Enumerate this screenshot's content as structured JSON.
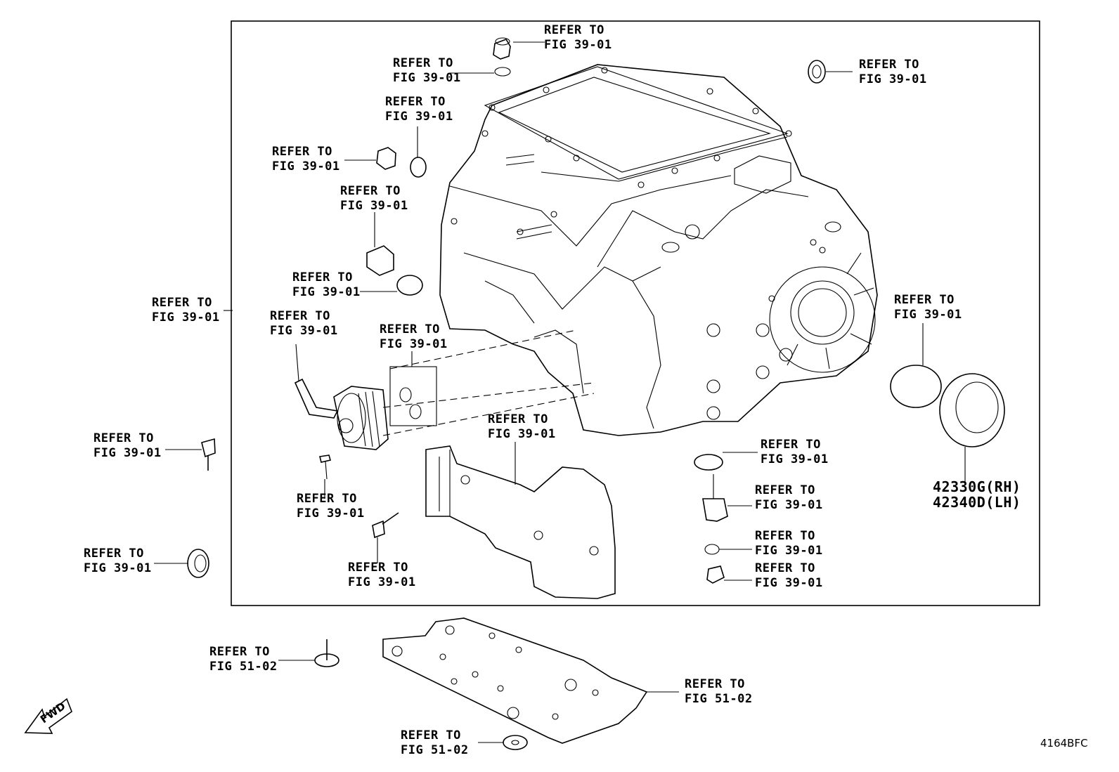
{
  "callouts": {
    "ref_top_plug": [
      "REFER TO",
      "FIG 39-01"
    ],
    "ref_top_oring": [
      "REFER TO",
      "FIG 39-01"
    ],
    "ref_top_right_seal": [
      "REFER TO",
      "FIG 39-01"
    ],
    "ref_oring_2": [
      "REFER TO",
      "FIG 39-01"
    ],
    "ref_plug_2": [
      "REFER TO",
      "FIG 39-01"
    ],
    "ref_plug_3": [
      "REFER TO",
      "FIG 39-01"
    ],
    "ref_gasket_3": [
      "REFER TO",
      "FIG 39-01"
    ],
    "ref_left_frame": [
      "REFER TO",
      "FIG 39-01"
    ],
    "ref_hose": [
      "REFER TO",
      "FIG 39-01"
    ],
    "ref_orings_box": [
      "REFER TO",
      "FIG 39-01"
    ],
    "ref_right_oring": [
      "REFER TO",
      "FIG 39-01"
    ],
    "ref_bolt_left": [
      "REFER TO",
      "FIG 39-01"
    ],
    "ref_cover": [
      "REFER TO",
      "FIG 39-01"
    ],
    "ref_pin": [
      "REFER TO",
      "FIG 39-01"
    ],
    "ref_bolt_mid": [
      "REFER TO",
      "FIG 39-01"
    ],
    "ref_seal_left": [
      "REFER TO",
      "FIG 39-01"
    ],
    "ref_washer_right": [
      "REFER TO",
      "FIG 39-01"
    ],
    "ref_sensor": [
      "REFER TO",
      "FIG 39-01"
    ],
    "ref_small_oring": [
      "REFER TO",
      "FIG 39-01"
    ],
    "ref_drain_plug": [
      "REFER TO",
      "FIG 39-01"
    ],
    "ref_stud_bottom": [
      "REFER TO",
      "FIG 51-02"
    ],
    "ref_undercover": [
      "REFER TO",
      "FIG 51-02"
    ],
    "ref_washer_bottom": [
      "REFER TO",
      "FIG 51-02"
    ]
  },
  "part_numbers": [
    "42330G(RH)",
    "42340D(LH)"
  ],
  "fwd_label": "FWD",
  "diagram_id": "4164BFC"
}
